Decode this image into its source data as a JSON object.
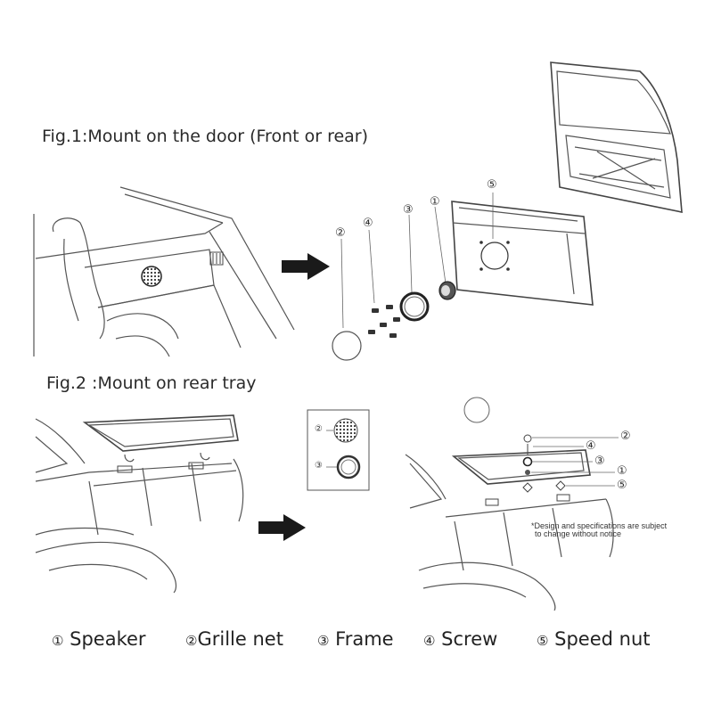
{
  "fig1": {
    "title": "Fig.1:Mount on the door (Front or rear)"
  },
  "fig2": {
    "title": "Fig.2 :Mount on rear tray"
  },
  "callouts": {
    "n1": "①",
    "n2": "②",
    "n3": "③",
    "n4": "④",
    "n5": "⑤"
  },
  "note": {
    "line1": "*Design and specifications are subject",
    "line2": "to change without notice"
  },
  "legend": [
    {
      "num": "①",
      "label": "Speaker"
    },
    {
      "num": "②",
      "label": "Grille net"
    },
    {
      "num": "③",
      "label": "Frame"
    },
    {
      "num": "④",
      "label": "Screw"
    },
    {
      "num": "⑤",
      "label": "Speed nut"
    }
  ],
  "icons": {
    "arrow": "arrow-right-icon"
  }
}
